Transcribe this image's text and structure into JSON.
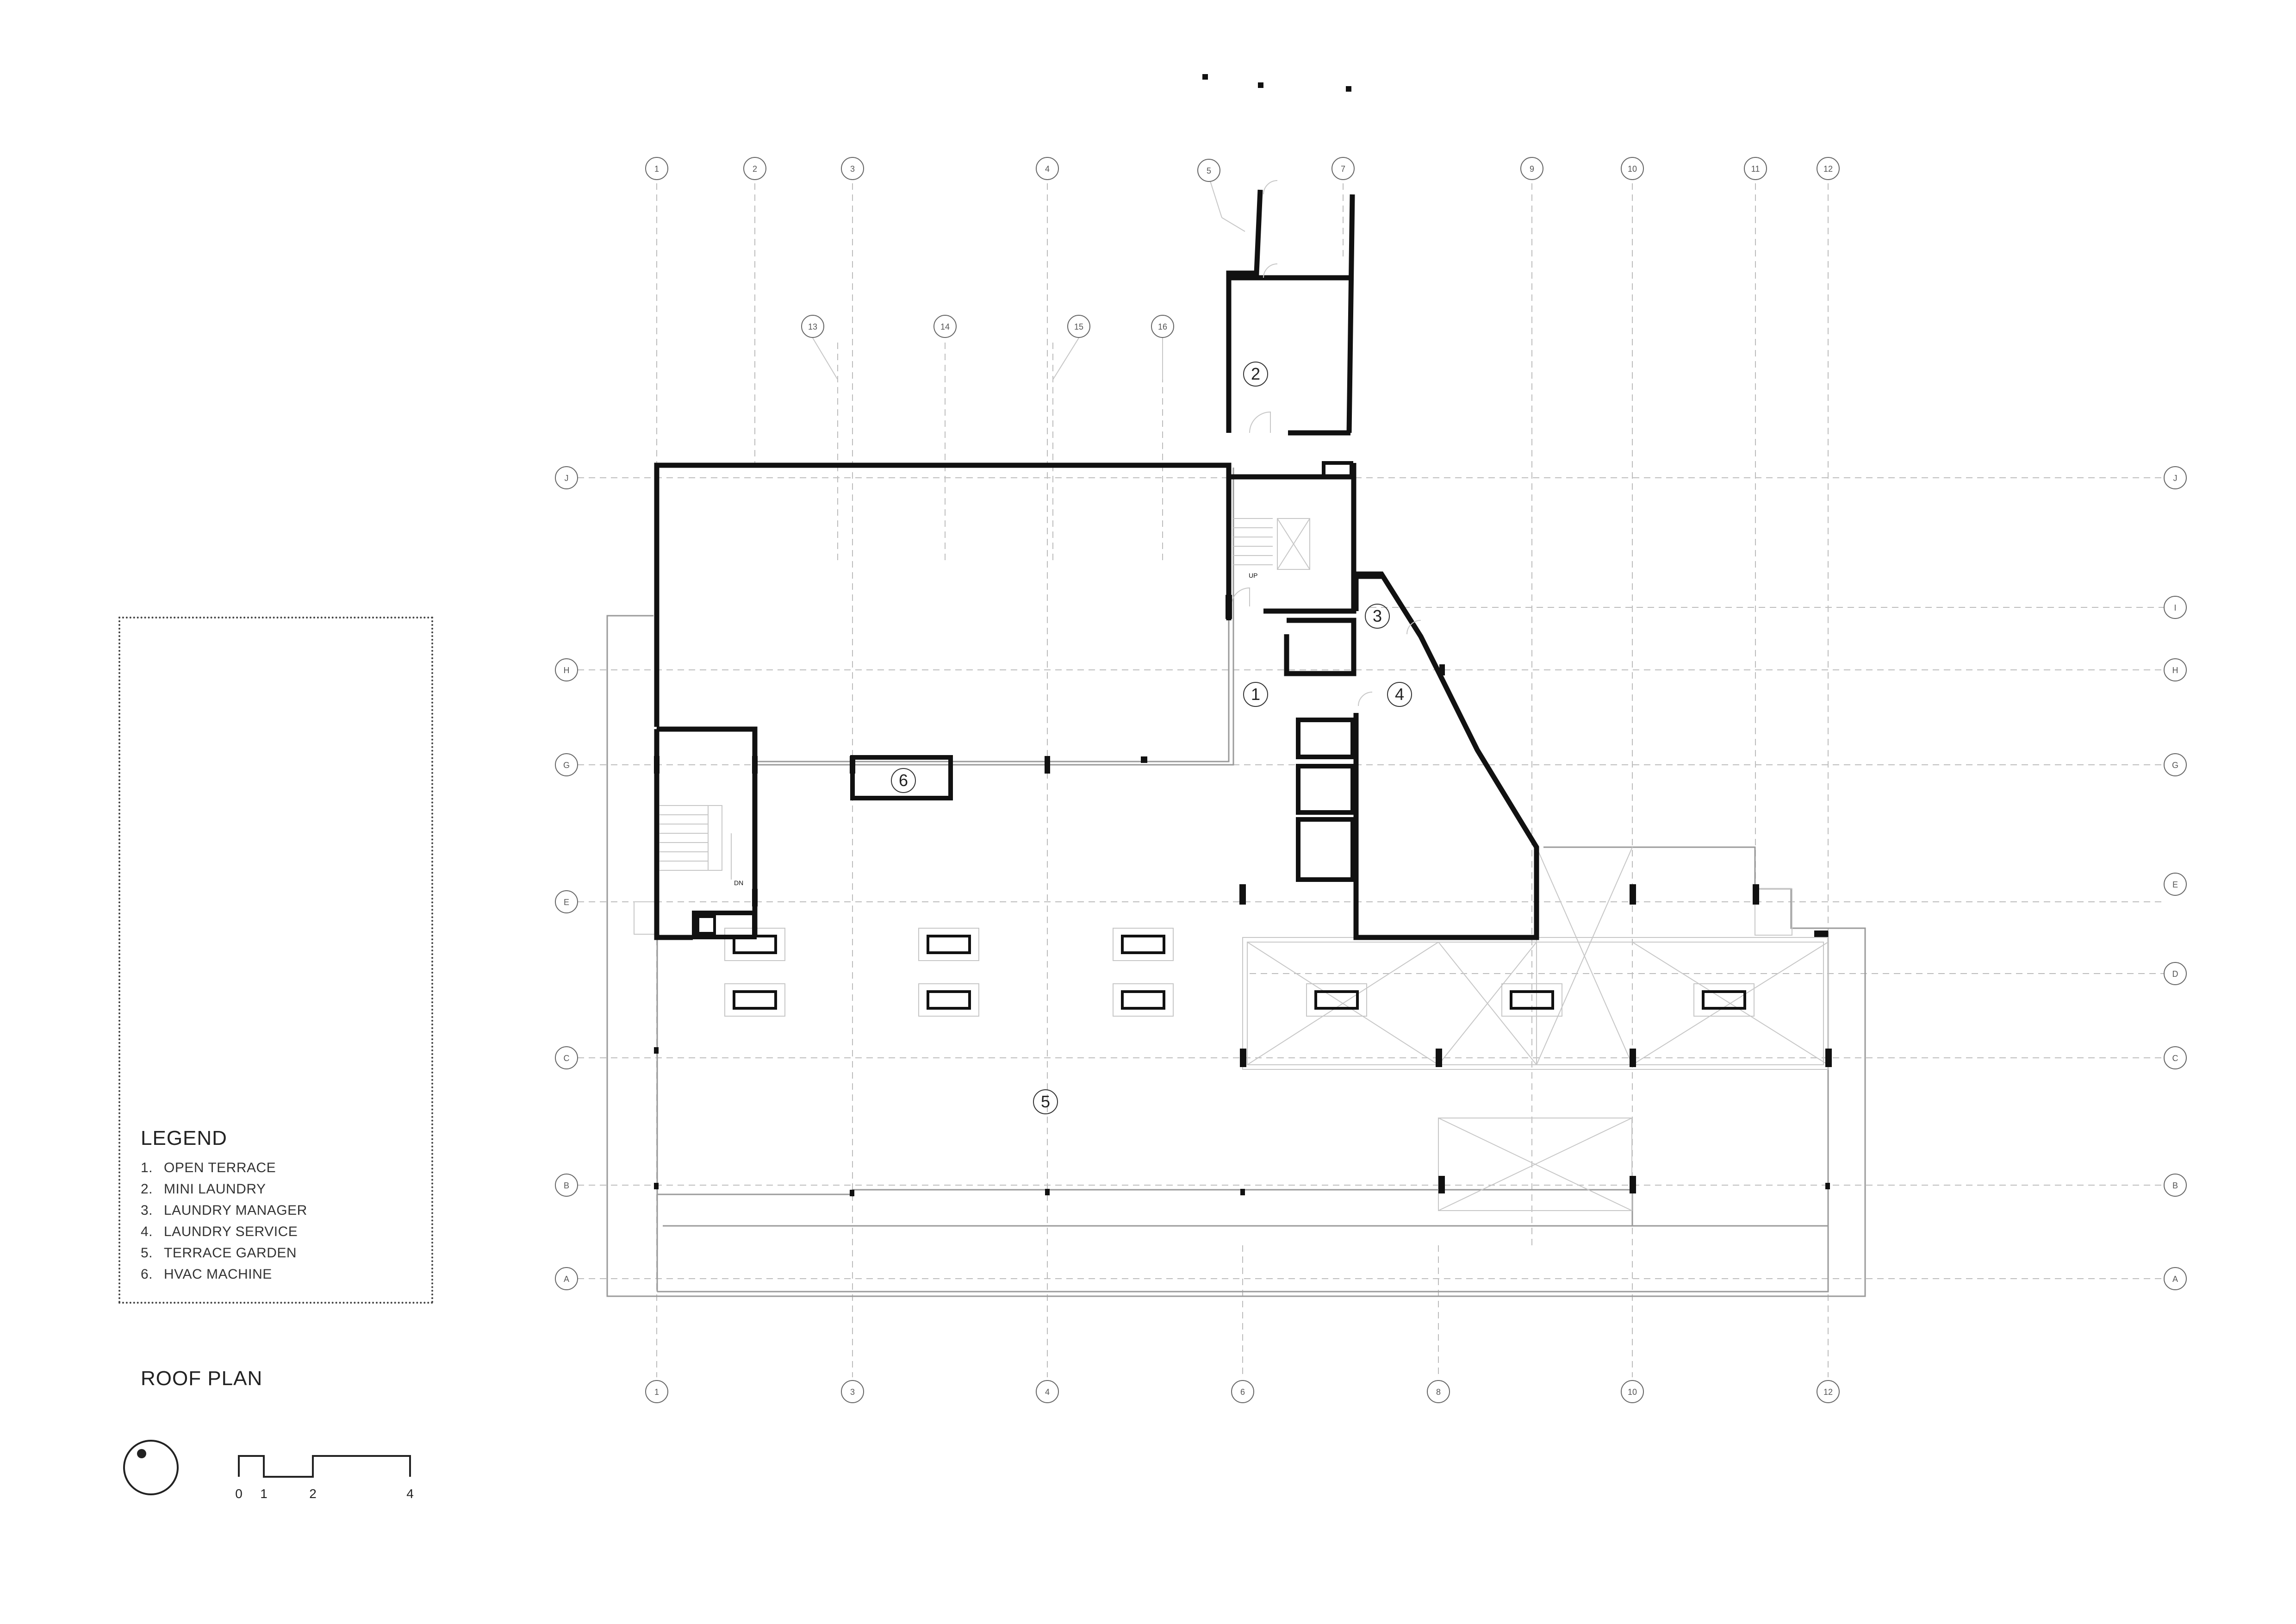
{
  "legend": {
    "title": "LEGEND",
    "items": [
      {
        "num": "1.",
        "label": "OPEN TERRACE"
      },
      {
        "num": "2.",
        "label": "MINI LAUNDRY"
      },
      {
        "num": "3.",
        "label": "LAUNDRY MANAGER"
      },
      {
        "num": "4.",
        "label": "LAUNDRY SERVICE"
      },
      {
        "num": "5.",
        "label": "TERRACE GARDEN"
      },
      {
        "num": "6.",
        "label": "HVAC MACHINE"
      }
    ]
  },
  "plan_title": "ROOF PLAN",
  "grid": {
    "top_columns": [
      "1",
      "2",
      "3",
      "4",
      "5",
      "7",
      "9",
      "10",
      "11",
      "12"
    ],
    "bottom_columns": [
      "1",
      "3",
      "4",
      "6",
      "8",
      "10",
      "12"
    ],
    "inner_columns": [
      "13",
      "14",
      "15",
      "16"
    ],
    "rows_left": [
      "J",
      "H",
      "G",
      "E",
      "C",
      "B",
      "A"
    ],
    "rows_right": [
      "J",
      "I",
      "H",
      "G",
      "E",
      "D",
      "C",
      "B",
      "A"
    ]
  },
  "rooms": [
    "1",
    "2",
    "3",
    "4",
    "5",
    "6"
  ],
  "stair_labels": {
    "up": "UP",
    "down": "DN"
  },
  "scale_bar": [
    "0",
    "1",
    "2",
    "4"
  ]
}
